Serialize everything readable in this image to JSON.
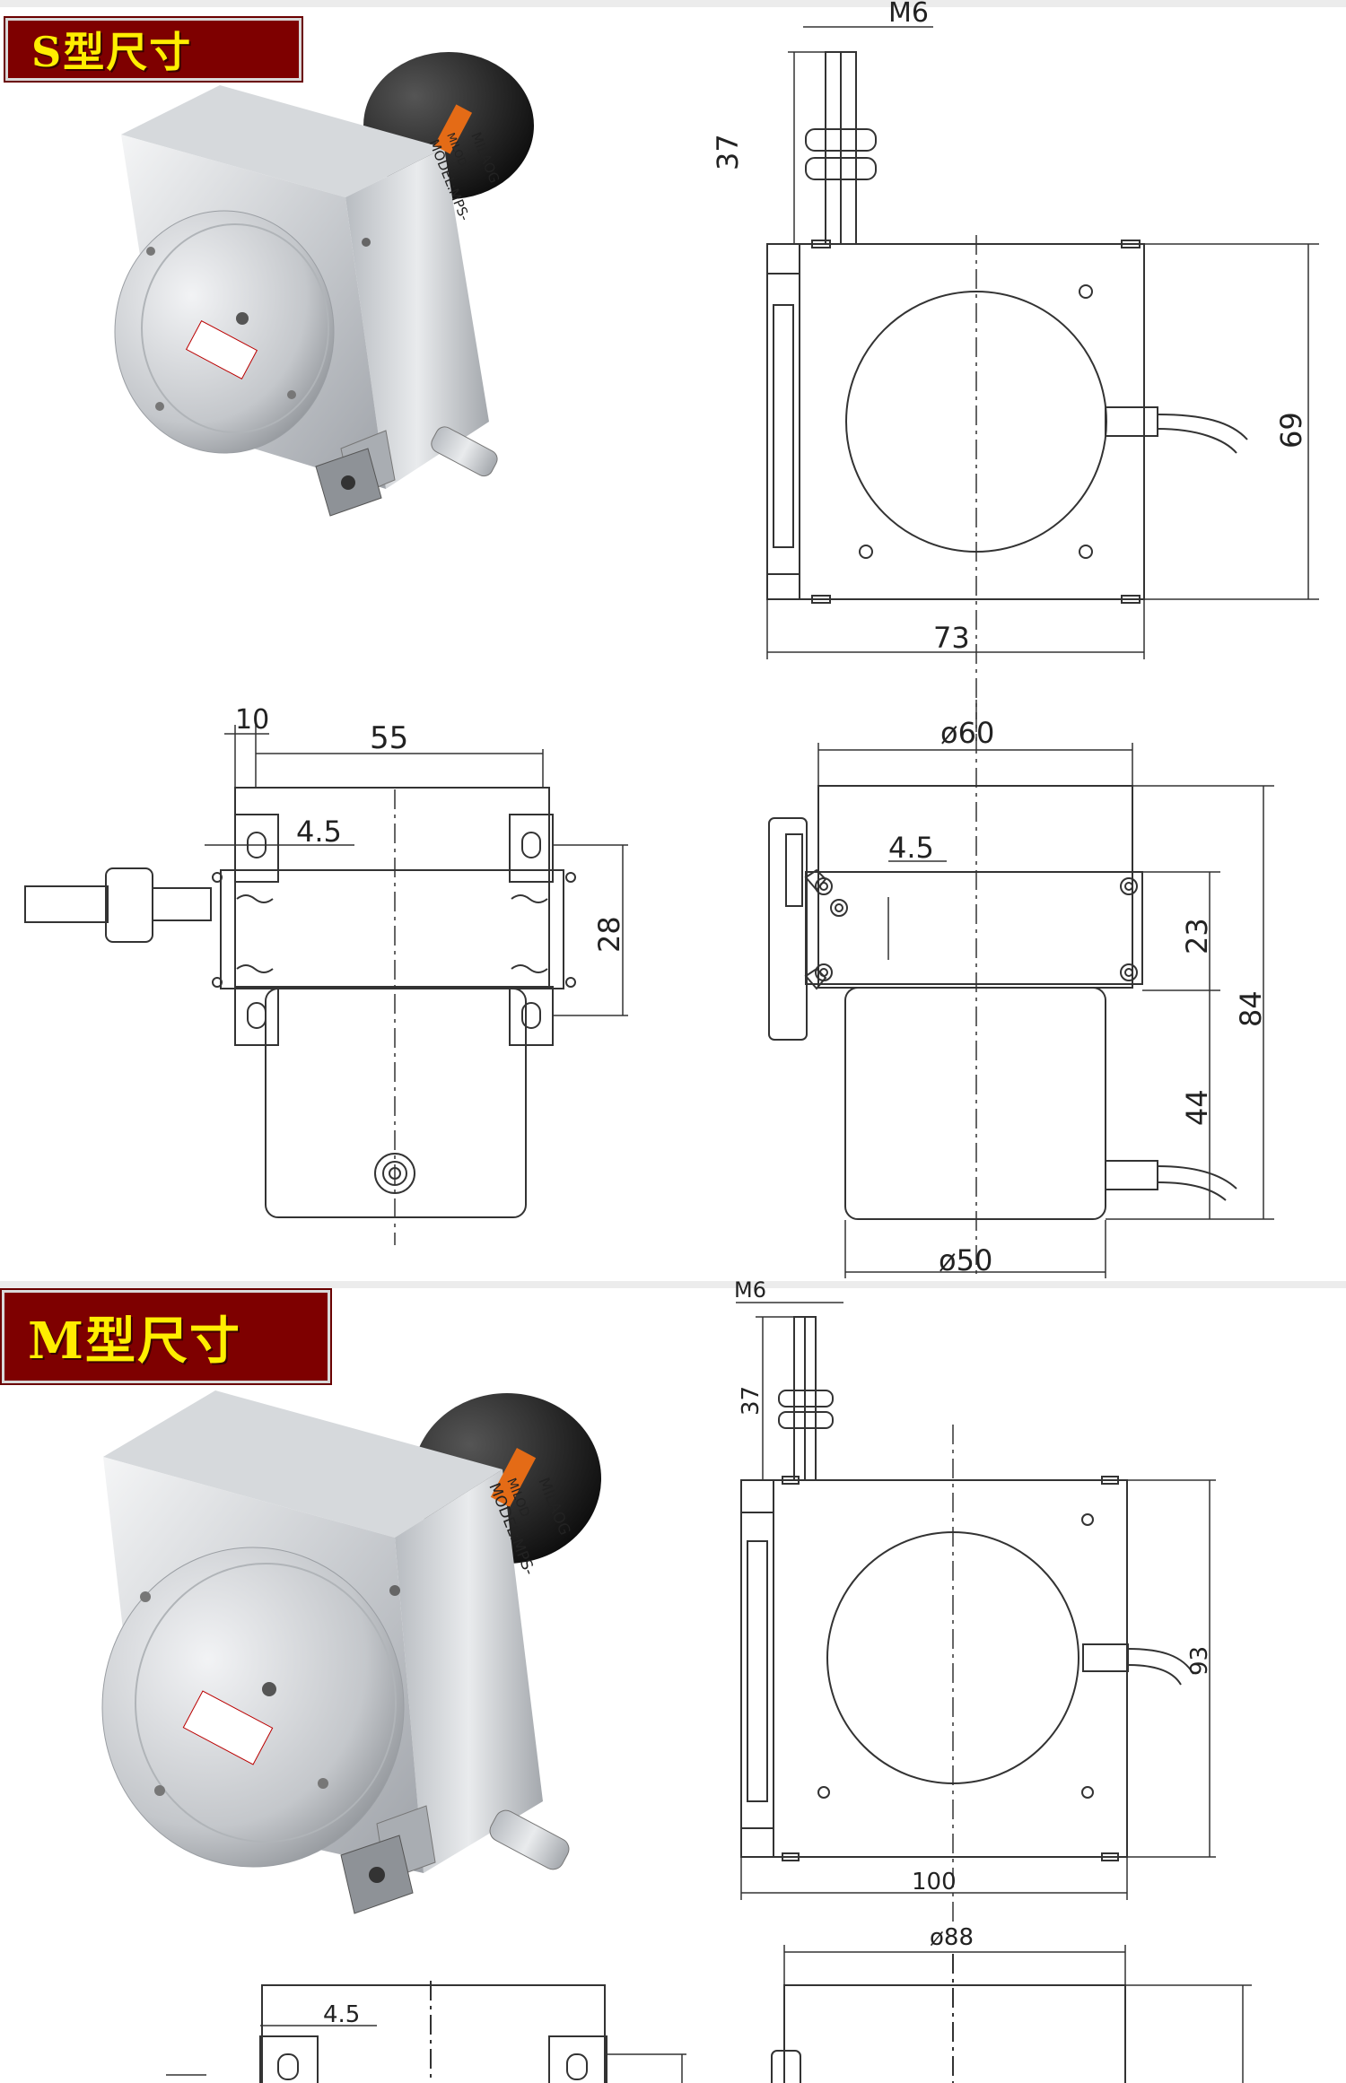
{
  "s_section": {
    "title": "S型尺寸",
    "front_view": {
      "top_pin_thread": "M6",
      "pin_length": "37",
      "height": "69",
      "width": "73"
    },
    "side_view": {
      "slot_offset": "10",
      "slot_spacing": "55",
      "hole_size": "4.5",
      "bracket_height": "28"
    },
    "end_view": {
      "drum_dia": "ø60",
      "hole_size": "4.5",
      "bracket_height": "23",
      "total_height": "84",
      "body_height": "44",
      "body_dia": "ø50"
    }
  },
  "m_section": {
    "title": "M型尺寸",
    "front_view": {
      "top_pin_thread": "M6",
      "pin_length": "37",
      "height": "93",
      "width": "100"
    },
    "side_view": {
      "hole_size": "4.5"
    },
    "end_view": {
      "drum_dia": "ø88"
    }
  },
  "product_label": {
    "brand": "MILOD",
    "model": "MODEL:MPS-",
    "maker": "MILAOG"
  },
  "colors": {
    "title_bg": "#7e0000",
    "title_text": "#ffee00",
    "line": "#333333"
  }
}
